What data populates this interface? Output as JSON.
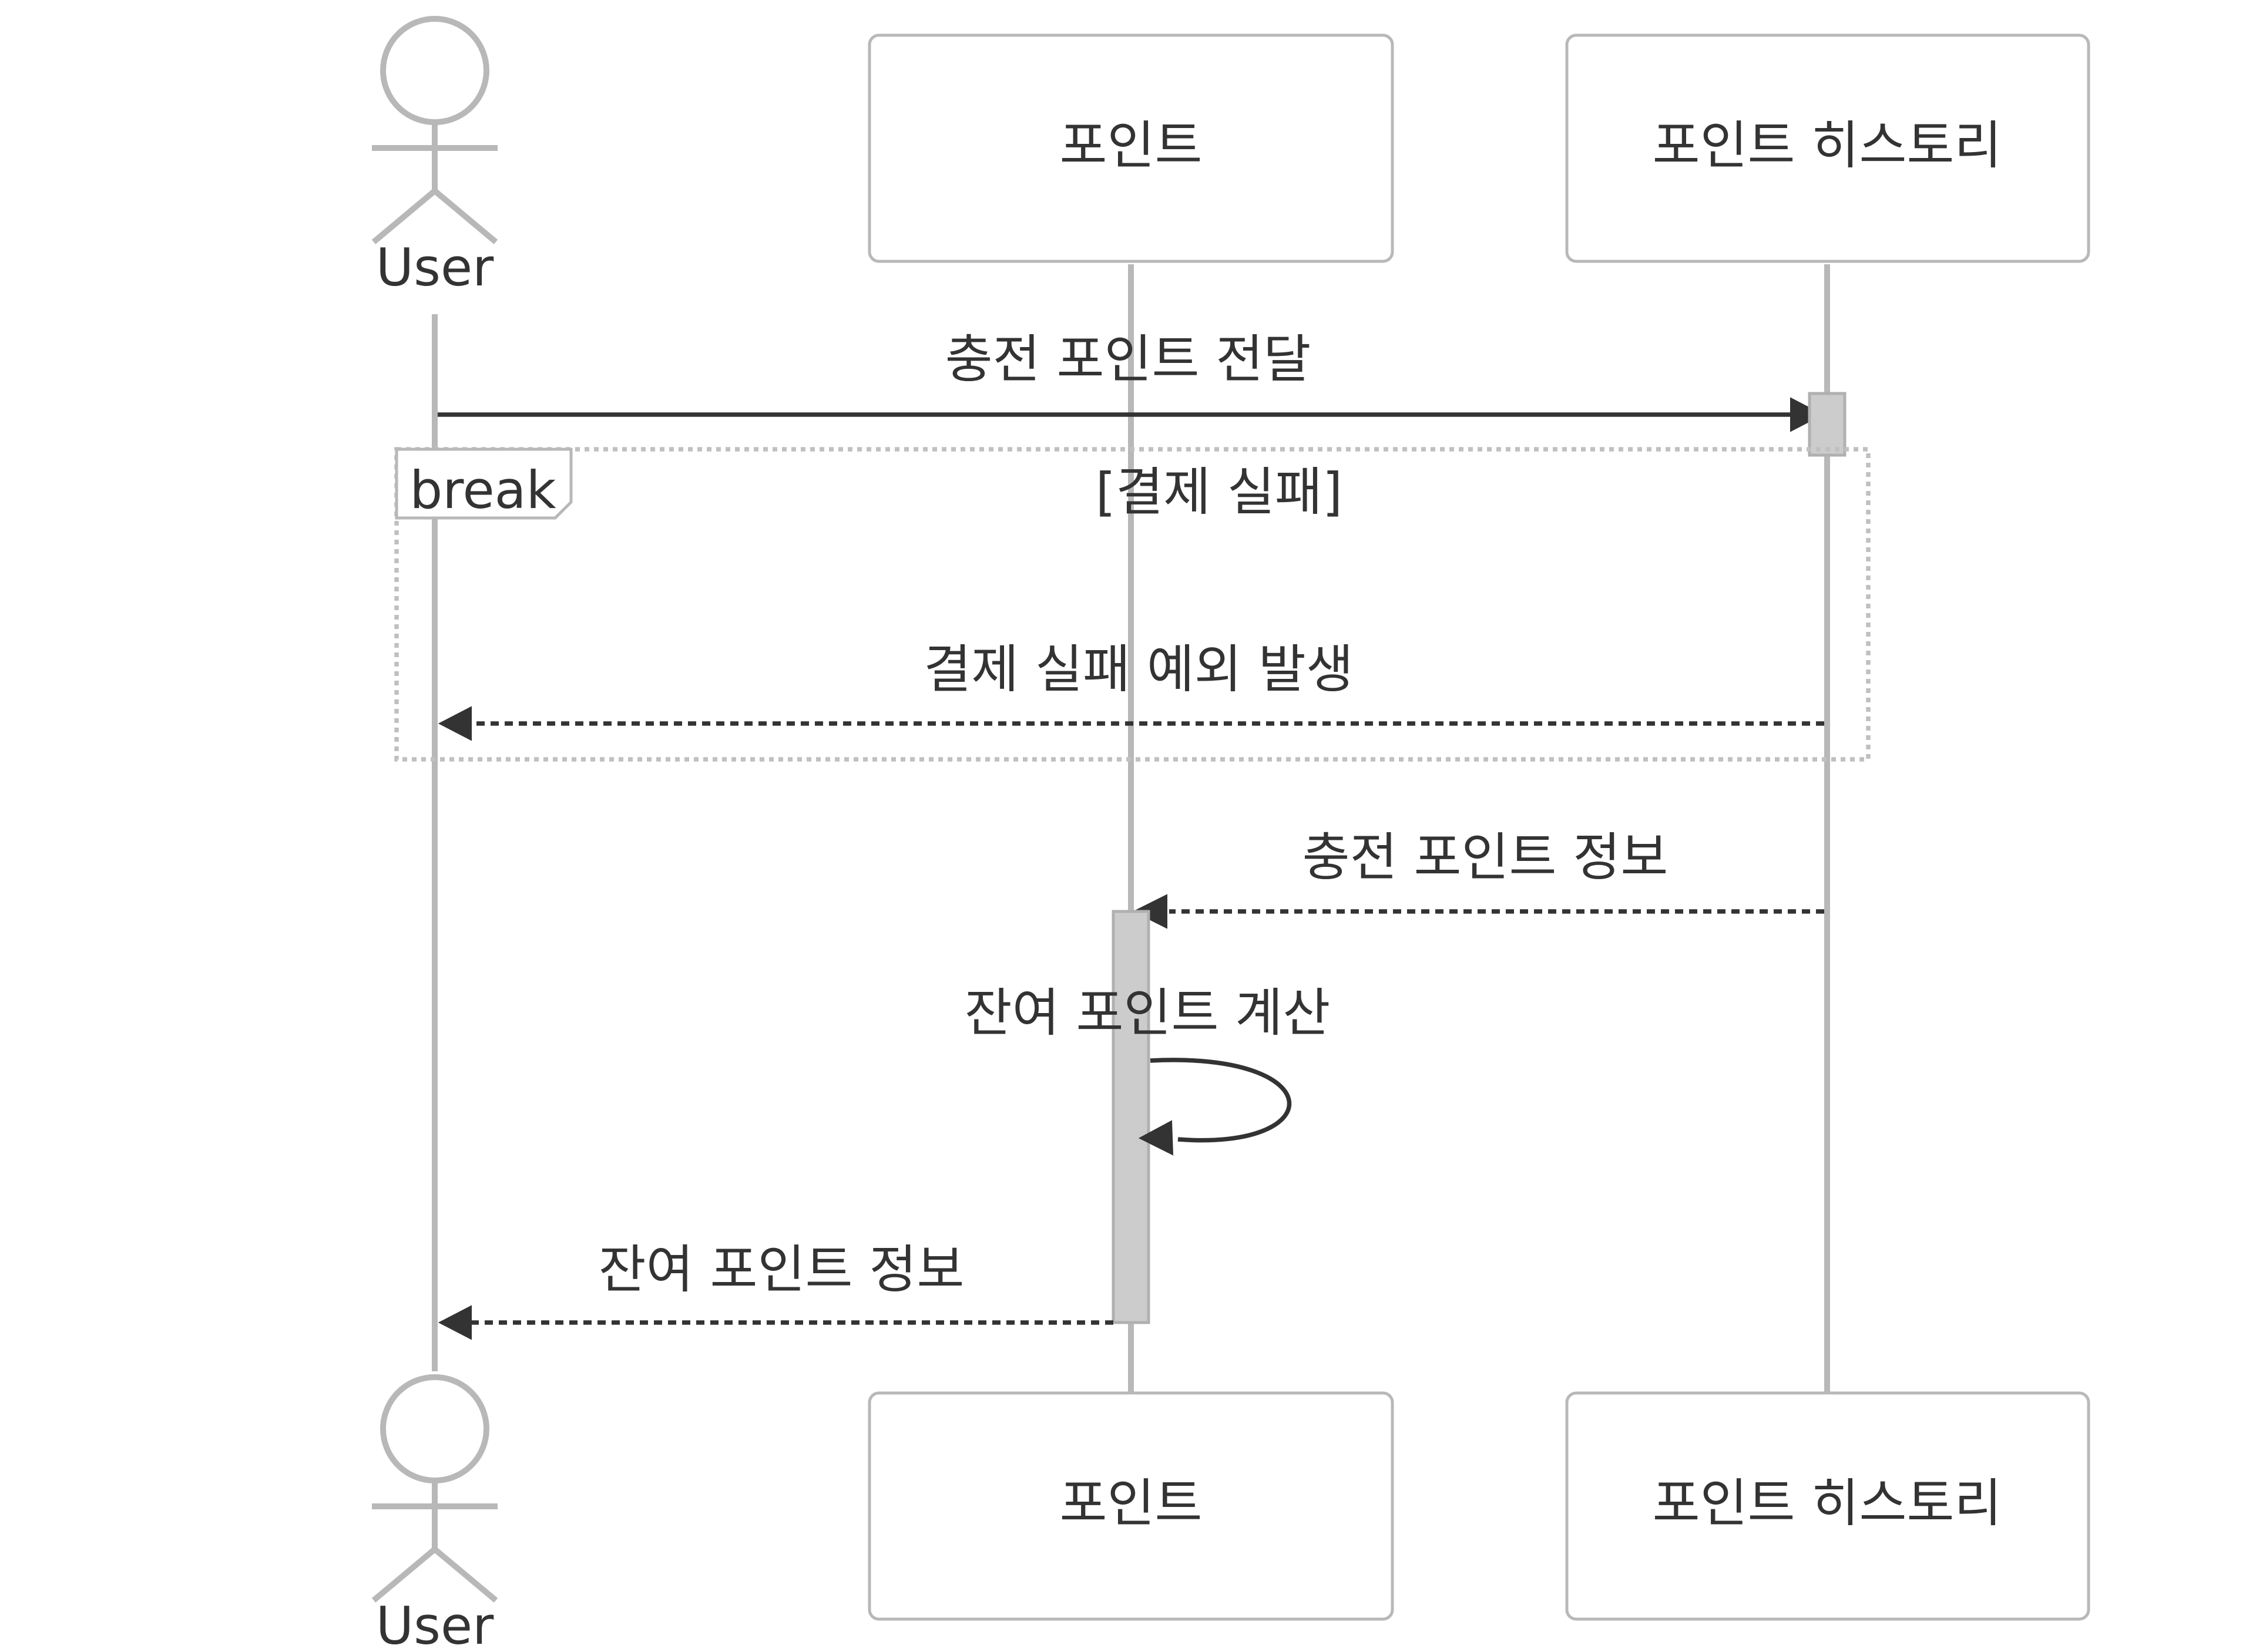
{
  "participants": {
    "user": "User",
    "point": "포인트",
    "history": "포인트 히스토리"
  },
  "fragment": {
    "type": "break",
    "condition": "[결제 실패]"
  },
  "messages": {
    "m1": "충전 포인트 전달",
    "m2": "결제 실패 예외 발생",
    "m3": "충전 포인트 정보",
    "m4": "잔여 포인트 계산",
    "m5": "잔여 포인트 정보"
  }
}
